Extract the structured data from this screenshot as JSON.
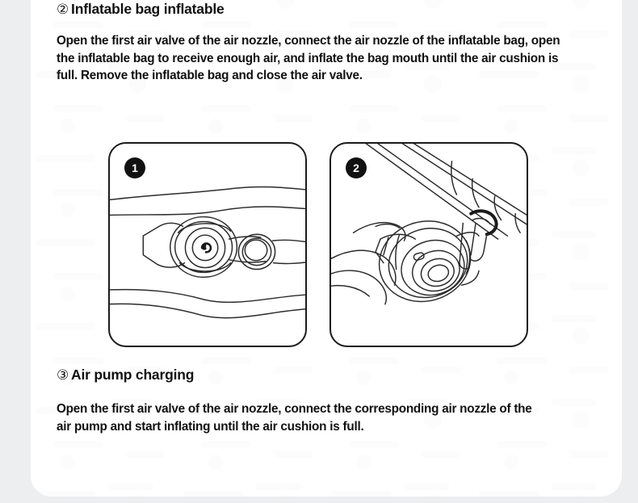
{
  "page": {
    "background_color": "#eceef0",
    "card_color": "#ffffff",
    "text_color": "#111111",
    "panel_border_color": "#1b1b1b",
    "badge_color": "#111111",
    "badge_text_color": "#ffffff"
  },
  "sections": {
    "section_two": {
      "number_glyph": "②",
      "heading": "Inflatable bag inflatable",
      "body": "Open the first air valve of the air nozzle, connect the air nozzle of the inflatable bag, open the inflatable bag to receive enough air, and inflate the bag mouth until the air cushion is full. Remove the inflatable bag and close the air valve."
    },
    "section_three": {
      "number_glyph": "③",
      "heading": "Air pump charging",
      "body": "Open the first air valve of the air nozzle, connect the corresponding air nozzle of the air pump and start inflating until the air cushion is full."
    }
  },
  "illustrations": [
    {
      "badge": "1",
      "caption_name": "air-valve-closeup",
      "description": "Line drawing of an inflatable surface with two seam lines above and below a twist air valve cap attached by a strap to a smaller secondary valve ring."
    },
    {
      "badge": "2",
      "caption_name": "hand-connecting-nozzle",
      "description": "Line drawing of a hand holding a conical air nozzle with concentric rings being connected to the valve on the edge of an inflatable bag."
    }
  ]
}
